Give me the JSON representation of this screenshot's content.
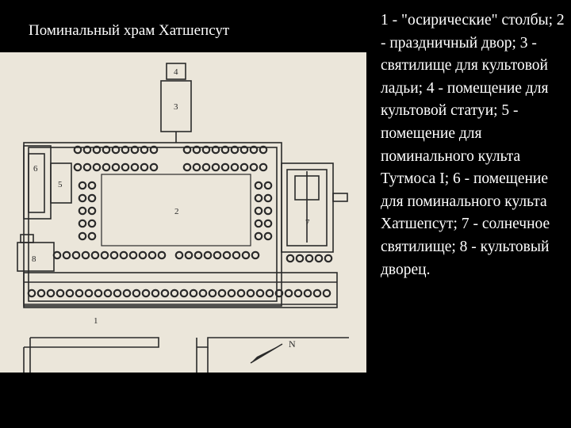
{
  "slide": {
    "title": "Поминальный храм Хатшепсут",
    "caption": "1 - \"осирические\" столбы; 2 - праздничный двор; 3 - святилище для культовой ладьи; 4 - помещение для культовой статуи; 5 - помещение для поминального культа Тутмоса I; 6 - помещение для поминального культа Хатшепсут; 7 - солнечное святилище; 8 - культовый дворец."
  },
  "plan": {
    "labels": {
      "n1": "1",
      "n2": "2",
      "n3": "3",
      "n4": "4",
      "n5": "5",
      "n6": "6",
      "n7": "7",
      "n8": "8",
      "north": "N"
    }
  },
  "colors": {
    "background": "#000000",
    "plan_paper": "#ebe6da",
    "ink": "#2a2a2a",
    "text": "#ffffff"
  }
}
